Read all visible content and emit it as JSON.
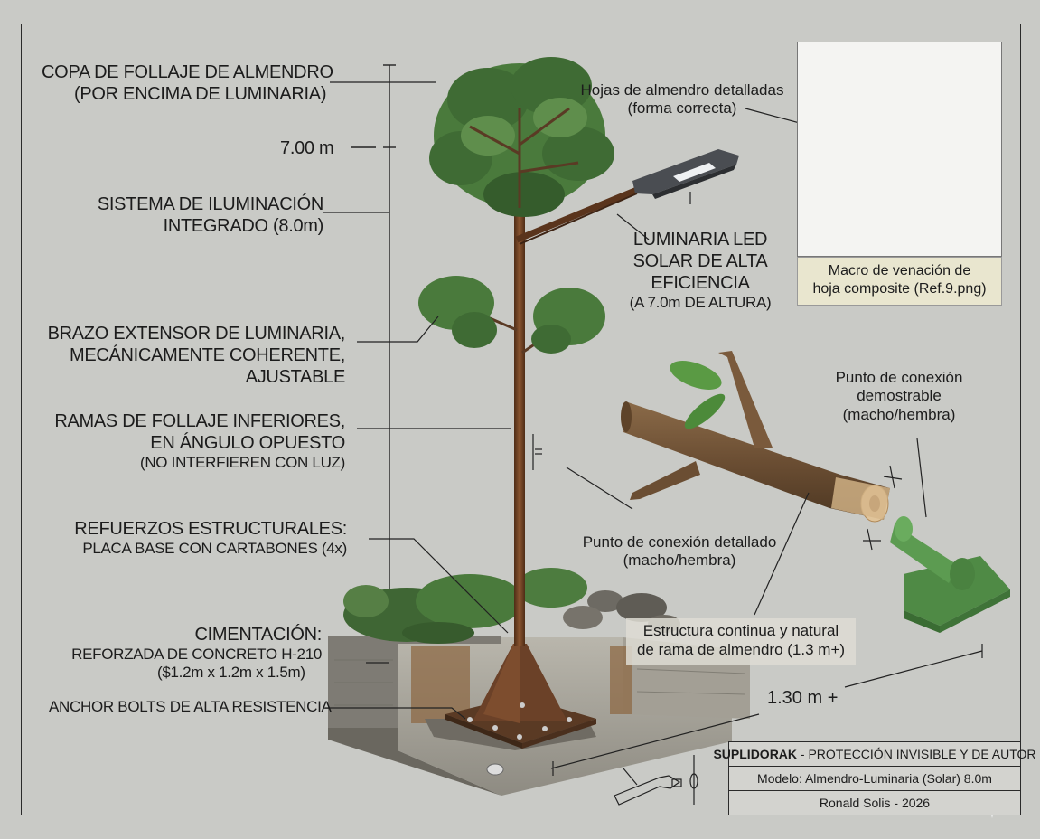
{
  "labels": {
    "copa": [
      "COPA DE FOLLAJE DE ALMENDRO",
      "(POR ENCIMA DE LUMINARIA)"
    ],
    "height_700": "7.00 m",
    "sistema": [
      "SISTEMA DE ILUMINACIÓN",
      "INTEGRADO (8.0m)"
    ],
    "brazo": [
      "BRAZO EXTENSOR DE LUMINARIA,",
      "MECÁNICAMENTE COHERENTE,",
      "AJUSTABLE"
    ],
    "ramas": [
      "RAMAS DE FOLLAJE INFERIORES,",
      "EN ÁNGULO OPUESTO",
      "(NO INTERFIEREN CON LUZ)"
    ],
    "refuerzos": [
      "REFUERZOS ESTRUCTURALES:",
      "PLACA BASE CON CARTABONES (4x)"
    ],
    "cimentacion": [
      "CIMENTACIÓN:",
      "REFORZADA DE CONCRETO H-210",
      "($1.2m x 1.2m x 1.5m)"
    ],
    "anchor": "ANCHOR BOLTS DE ALTA RESISTENCIA",
    "hojas": [
      "Hojas de almendro detalladas",
      "(forma correcta)"
    ],
    "luminaria": [
      "LUMINARIA LED",
      "SOLAR DE ALTA",
      "EFICIENCIA",
      "(A 7.0m DE ALTURA)"
    ],
    "macro": [
      "Macro de venación de",
      "hoja composite (Ref.9.png)"
    ],
    "punto_demostrable": [
      "Punto de conexión",
      "demostrable",
      "(macho/hembra)"
    ],
    "punto_detallado": [
      "Punto de conexión detallado",
      "(macho/hembra)"
    ],
    "estructura": [
      "Estructura continua y natural",
      "de rama de almendro (1.3 m+)"
    ],
    "dim_130": "1.30 m +"
  },
  "title_block": {
    "brand": "SUPLIDORAK",
    "tagline": " - PROTECCIÓN INVISIBLE Y DE AUTOR",
    "model": "Modelo: Almendro-Luminaria (Solar) 8.0m",
    "author": "Ronald Solis - 2026"
  },
  "colors": {
    "background": "#c9cac6",
    "pole": "#6b3f22",
    "leaf": "#3f6b34",
    "connector": "#4f8a45",
    "concrete": "#a7a49b"
  }
}
